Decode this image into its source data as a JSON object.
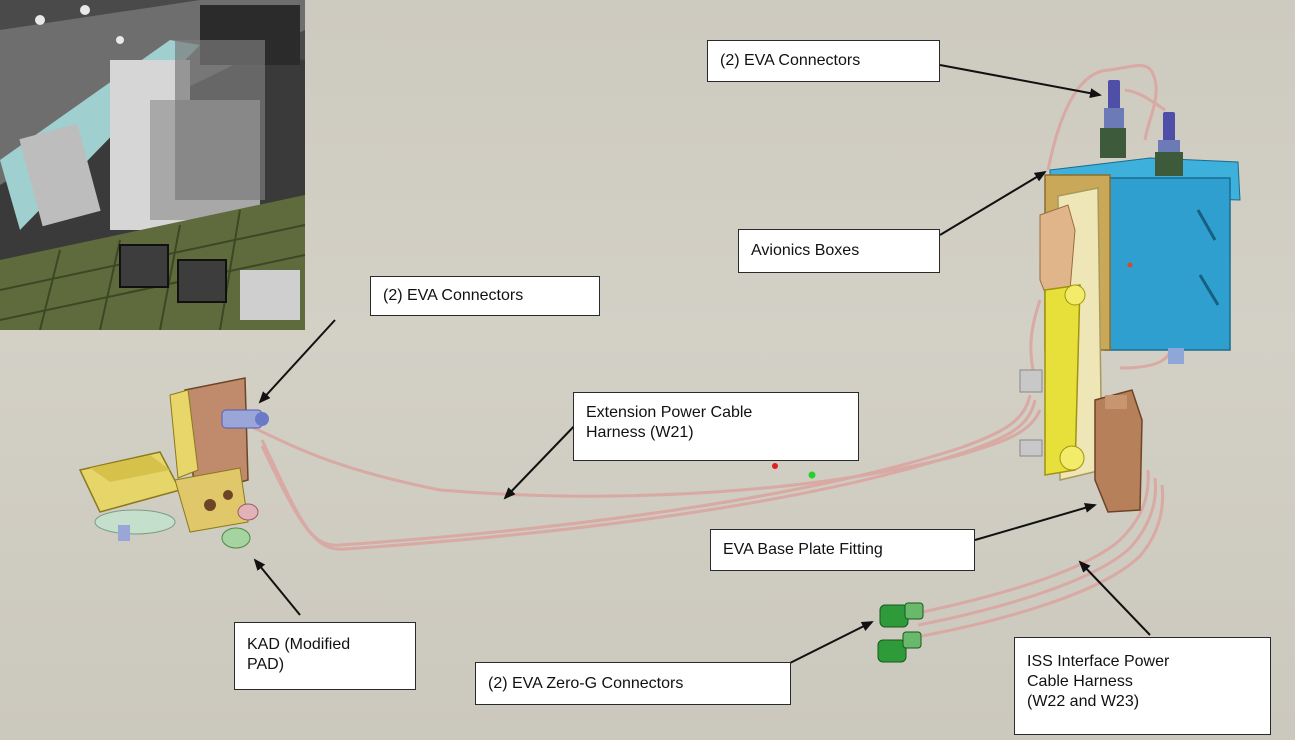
{
  "labels": {
    "eva_connectors_top": "(2) EVA Connectors",
    "avionics_boxes": "Avionics Boxes",
    "eva_connectors_left": "(2) EVA Connectors",
    "extension_cable": "Extension Power Cable\nHarness (W21)",
    "eva_base_plate": "EVA Base Plate Fitting",
    "kad": "KAD (Modified\nPAD)",
    "zero_g_connectors": "(2) EVA Zero-G Connectors",
    "iss_interface_cable": "ISS Interface Power\nCable Harness\n(W22 and W23)"
  },
  "colors": {
    "background": "#cfccc2",
    "cable": "#d9a9a4",
    "avionics_box": "#2f9fd0",
    "avionics_plate": "#c9a85a",
    "bracket": "#efe6b8",
    "yellow_arm": "#e8e03a",
    "fitting": "#b5805a",
    "zero_g_connector": "#2f9a3a",
    "connector": "#5a5ab0"
  }
}
